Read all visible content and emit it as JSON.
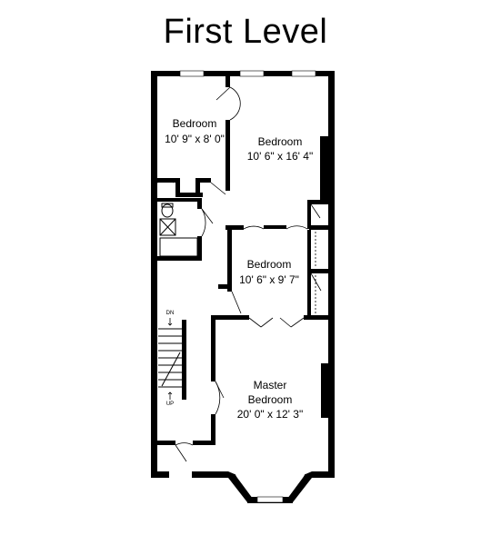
{
  "title": "First Level",
  "rooms": [
    {
      "name": "Bedroom",
      "size": "10' 9\" x 8' 0\""
    },
    {
      "name": "Bedroom",
      "size": "10' 6\" x 16' 4\""
    },
    {
      "name": "Bedroom",
      "size": "10' 6\" x 9' 7\""
    },
    {
      "name": "Master",
      "name2": "Bedroom",
      "size": "20' 0\" x 12' 3\""
    }
  ],
  "stairs": {
    "down": "DN",
    "up": "UP"
  }
}
